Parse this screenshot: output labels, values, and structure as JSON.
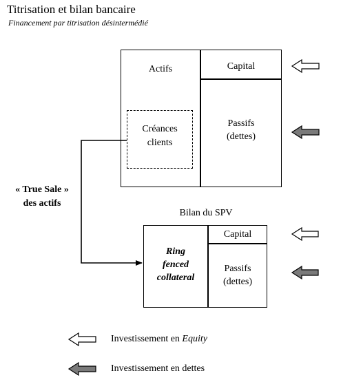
{
  "header": {
    "title": "Titrisation et bilan bancaire",
    "subtitle": "Financement par titrisation désintermédié"
  },
  "bank_balance_sheet": {
    "assets_label": "Actifs",
    "receivables_line1": "Créances",
    "receivables_line2": "clients",
    "capital_label": "Capital",
    "liabilities_line1": "Passifs",
    "liabilities_line2": "(dettes)"
  },
  "true_sale": {
    "line1": "« True Sale »",
    "line2": "des actifs"
  },
  "spv": {
    "title": "Bilan du SPV",
    "ring_line1": "Ring",
    "ring_line2": "fenced",
    "ring_line3": "collateral",
    "capital_label": "Capital",
    "liabilities_line1": "Passifs",
    "liabilities_line2": "(dettes)"
  },
  "legend": {
    "equity_prefix": "Investissement en ",
    "equity_word": "Equity",
    "debt_label": "Investissement en dettes"
  },
  "colors": {
    "equity_arrow_fill": "#ffffff",
    "debt_arrow_fill": "#7a7a7a",
    "stroke": "#000000"
  },
  "icons": {
    "equity": "hollow-left-arrow-icon",
    "debt": "filled-gray-left-arrow-icon"
  }
}
